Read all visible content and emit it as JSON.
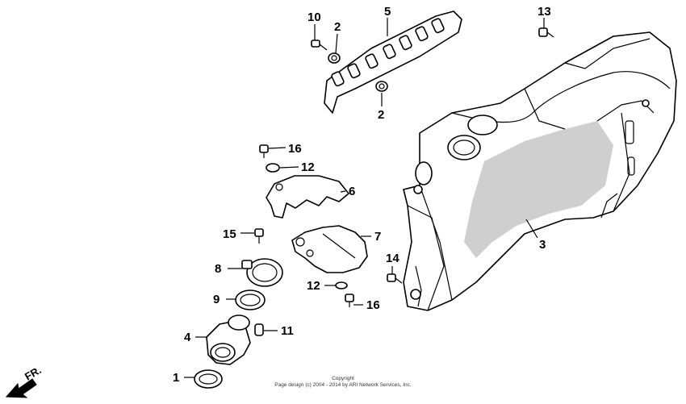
{
  "callouts": {
    "p1": "1",
    "p2a": "2",
    "p2b": "2",
    "p3": "3",
    "p4": "4",
    "p5": "5",
    "p6": "6",
    "p7": "7",
    "p8": "8",
    "p9": "9",
    "p10": "10",
    "p11": "11",
    "p12a": "12",
    "p12b": "12",
    "p13": "13",
    "p14": "14",
    "p15": "15",
    "p16a": "16",
    "p16b": "16"
  },
  "direction_label": "FR.",
  "copyright": {
    "line1": "Copyright",
    "line2": "Page design (c) 2004 - 2014 by ARI Network Services, Inc."
  }
}
